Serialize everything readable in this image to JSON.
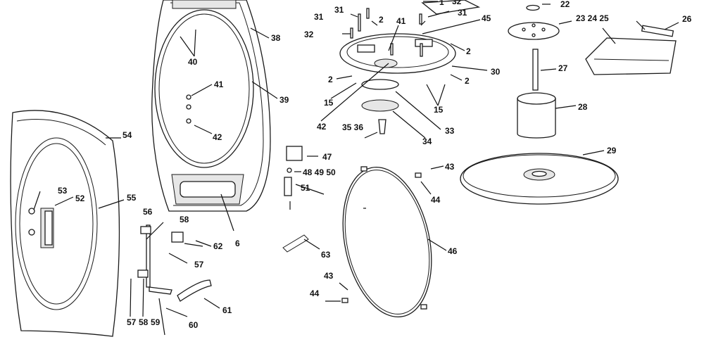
{
  "callouts": {
    "c1": "1",
    "c2a": "2",
    "c2b": "2",
    "c2c": "2",
    "c2d": "2",
    "c6": "6",
    "c15a": "15",
    "c15b": "15",
    "c22": "22",
    "c23": "23 24 25",
    "c26": "26",
    "c27": "27",
    "c28": "28",
    "c29": "29",
    "c30": "30",
    "c31a": "31",
    "c31b": "31",
    "c31c": "31",
    "c32a": "32",
    "c32b": "32",
    "c33": "33",
    "c34": "34",
    "c35": "35 36",
    "c38": "38",
    "c39": "39",
    "c40": "40",
    "c41a": "41",
    "c41b": "41",
    "c42a": "42",
    "c42b": "42",
    "c43a": "43",
    "c43b": "43",
    "c44a": "44",
    "c44b": "44",
    "c45": "45",
    "c46": "46",
    "c47": "47",
    "c48": "48 49 50",
    "c51": "51",
    "c52": "52",
    "c53": "53",
    "c54": "54",
    "c55": "55",
    "c56": "56",
    "c57a": "57",
    "c57b": "57",
    "c58a": "58",
    "c58b": "58",
    "c59": "59",
    "c60": "60",
    "c61": "61",
    "c62": "62",
    "c63": "63"
  }
}
